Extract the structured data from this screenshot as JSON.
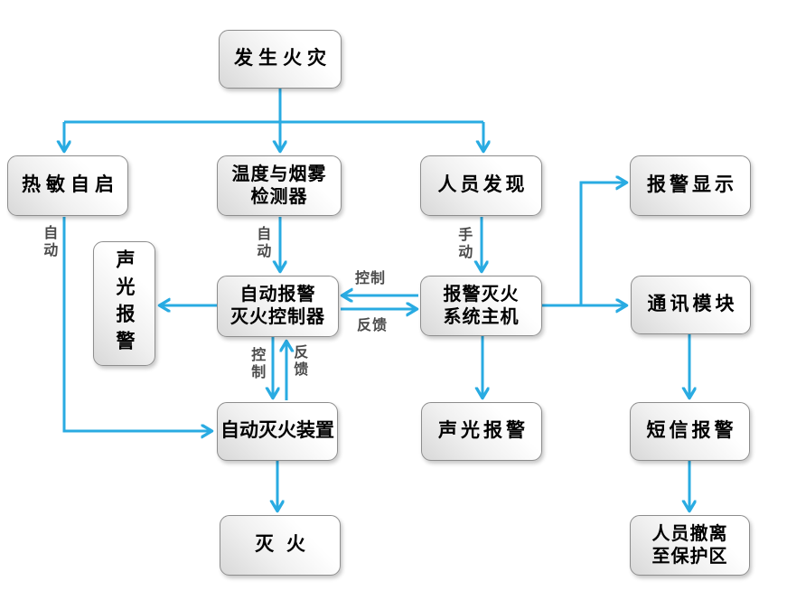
{
  "diagram": {
    "title": "fire-alarm-and-extinguishing-system-flowchart",
    "type": "flowchart"
  },
  "colors": {
    "arrow": "#29ABE2",
    "box_border": "#8d8d8d",
    "box_fill_top": "#ffffff",
    "box_fill_bottom": "#d8d8d8",
    "node_text": "#000000",
    "edge_label_text": "#4b4b4b",
    "background": "#ffffff"
  },
  "nodes": {
    "fire": {
      "label": "发生火灾"
    },
    "thermal": {
      "label": "热敏自启"
    },
    "detector": {
      "label": "温度与烟雾\n检测器"
    },
    "person": {
      "label": "人员发现"
    },
    "display": {
      "label": "报警显示"
    },
    "sl_left": {
      "label": "声光报警"
    },
    "controller": {
      "label": "自动报警\n灭火控制器"
    },
    "host": {
      "label": "报警灭火\n系统主机"
    },
    "comm": {
      "label": "通讯模块"
    },
    "device": {
      "label": "自动灭火装置"
    },
    "sl_mid": {
      "label": "声光报警"
    },
    "sms": {
      "label": "短信报警"
    },
    "extinguish": {
      "label": "灭 火"
    },
    "evacuate": {
      "label": "人员撤离\n至保护区"
    }
  },
  "edge_labels": {
    "auto_left": "自动",
    "auto_mid": "自动",
    "manual": "手动",
    "control_h": "控制",
    "feedback_h": "反馈",
    "control_v": "控制",
    "feedback_v": "反馈"
  },
  "edges": [
    {
      "from": "发生火灾",
      "to": "热敏自启"
    },
    {
      "from": "发生火灾",
      "to": "温度与烟雾检测器"
    },
    {
      "from": "发生火灾",
      "to": "人员发现"
    },
    {
      "from": "热敏自启",
      "to": "自动灭火装置",
      "label": "自动"
    },
    {
      "from": "温度与烟雾检测器",
      "to": "自动报警灭火控制器",
      "label": "自动"
    },
    {
      "from": "人员发现",
      "to": "报警灭火系统主机",
      "label": "手动"
    },
    {
      "from": "报警灭火系统主机",
      "to": "自动报警灭火控制器",
      "label": "控制"
    },
    {
      "from": "自动报警灭火控制器",
      "to": "报警灭火系统主机",
      "label": "反馈"
    },
    {
      "from": "自动报警灭火控制器",
      "to": "声光报警"
    },
    {
      "from": "自动报警灭火控制器",
      "to": "自动灭火装置",
      "label": "控制"
    },
    {
      "from": "自动灭火装置",
      "to": "自动报警灭火控制器",
      "label": "反馈"
    },
    {
      "from": "自动灭火装置",
      "to": "灭 火"
    },
    {
      "from": "报警灭火系统主机",
      "to": "声光报警"
    },
    {
      "from": "报警灭火系统主机",
      "to": "报警显示"
    },
    {
      "from": "报警灭火系统主机",
      "to": "通讯模块"
    },
    {
      "from": "通讯模块",
      "to": "短信报警"
    },
    {
      "from": "短信报警",
      "to": "人员撤离至保护区"
    }
  ]
}
